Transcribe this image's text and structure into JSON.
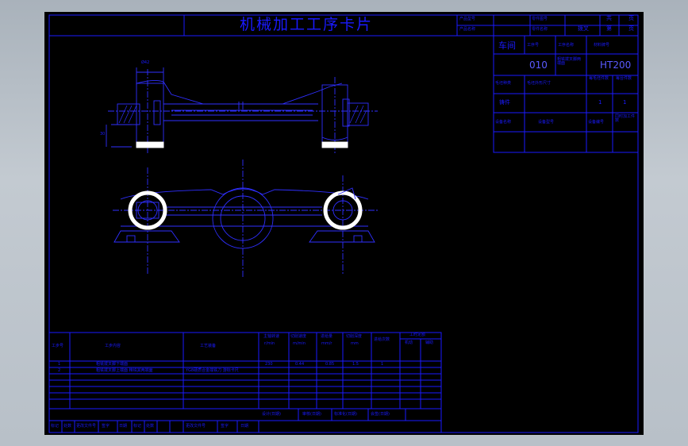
{
  "title": "机械加工工序卡片",
  "header": {
    "product_model": "产品型号",
    "product_name": "产品名称",
    "part_drawing": "零件图号",
    "part_name": "零件名称",
    "part_name_value": "拨叉",
    "total_label": "共",
    "pages_label": "页",
    "sheet_label": "第",
    "sheet_pages_label": "页"
  },
  "info": {
    "workshop": "车间",
    "op_no_label": "工序号",
    "op_name_label": "工序名称",
    "material_label": "材料牌号",
    "op_no": "010",
    "op_name": "粗铣拨叉脚两端面",
    "material": "HT200",
    "blank_type": "毛坯种类",
    "blank_dims": "毛坯外形尺寸",
    "pieces_per_blank": "每毛坯件数",
    "pieces_per_machine": "每台件数",
    "casting": "铸件",
    "pieces_val": "1",
    "machine_val": "1",
    "equipment_name": "设备名称",
    "equipment_model": "设备型号",
    "equipment_no": "设备编号",
    "simul_pieces": "同时加工件数"
  },
  "drawing": {
    "dim_top": "Ø42",
    "dim_side": "30"
  },
  "table": {
    "step_no": "工步号",
    "step_content": "工步内容",
    "equipment": "工艺装备",
    "spindle": "主轴转速",
    "spindle_unit": "r/min",
    "cut_speed": "切削速度",
    "cut_speed_unit": "m/min",
    "feed": "进给量",
    "feed_unit": "mm/r",
    "depth": "切削深度",
    "depth_unit": "mm",
    "passes": "进给次数",
    "hours": "工时定额",
    "hours_machine": "机动",
    "hours_aux": "辅助",
    "rows": [
      {
        "no": "1",
        "content": "粗铣拨叉脚下端面",
        "equip": "YG8硬质合金端铣刀 游标卡尺",
        "speed": "230",
        "v": "0.44",
        "f": "0.85",
        "ap": "1.5",
        "n": "1"
      },
      {
        "no": "2",
        "content": "粗铣拨叉脚上端面 精铣其两端面",
        "equip": "",
        "speed": "",
        "v": "",
        "f": "",
        "ap": "",
        "n": ""
      }
    ]
  },
  "footer": {
    "design_date": "设计(日期)",
    "review_date": "审核(日期)",
    "standard_date": "标准化(日期)",
    "countersign": "会签(日期)",
    "mark": "标记",
    "count": "处数",
    "change_doc": "更改文件号",
    "signature": "签字",
    "date": "日期"
  }
}
